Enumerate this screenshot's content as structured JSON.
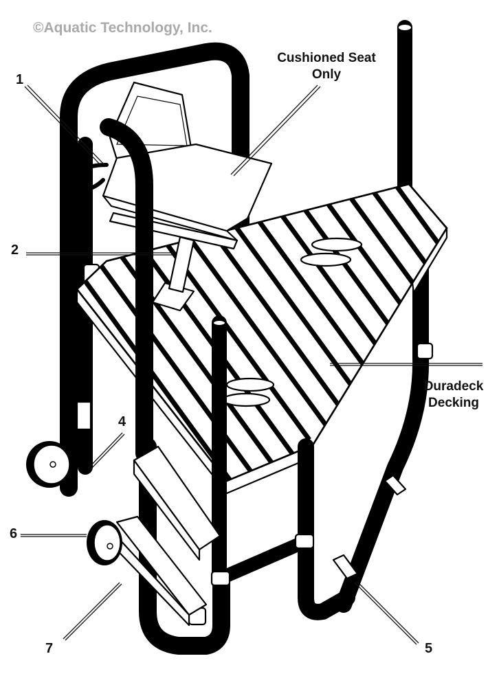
{
  "copyright": "©Aquatic Technology, Inc.",
  "labels": {
    "seat_line1": "Cushioned Seat",
    "seat_line2": "Only",
    "deck_line1": "Duradeck",
    "deck_line2": "Decking"
  },
  "callouts": {
    "n1": "1",
    "n2": "2",
    "n4": "4",
    "n5": "5",
    "n6": "6",
    "n7": "7"
  },
  "colors": {
    "line": "#000000",
    "copyright": "#a9a9a9",
    "background": "#ffffff"
  }
}
